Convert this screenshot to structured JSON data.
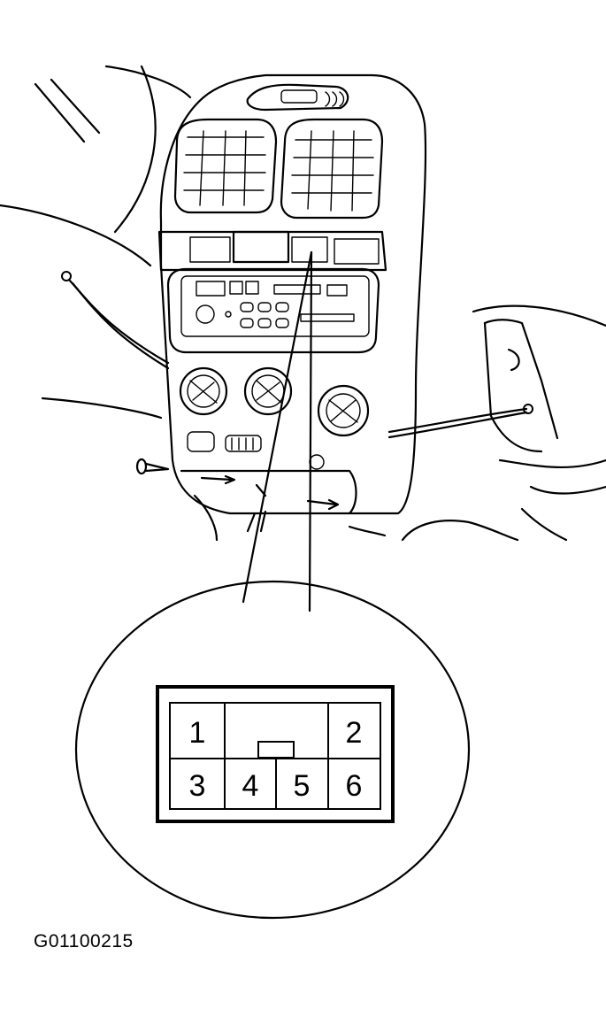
{
  "diagram": {
    "figure_id": "G01100215",
    "connector": {
      "pins": [
        {
          "id": "1",
          "label": "1"
        },
        {
          "id": "2",
          "label": "2"
        },
        {
          "id": "3",
          "label": "3"
        },
        {
          "id": "4",
          "label": "4"
        },
        {
          "id": "5",
          "label": "5"
        },
        {
          "id": "6",
          "label": "6"
        }
      ]
    }
  }
}
